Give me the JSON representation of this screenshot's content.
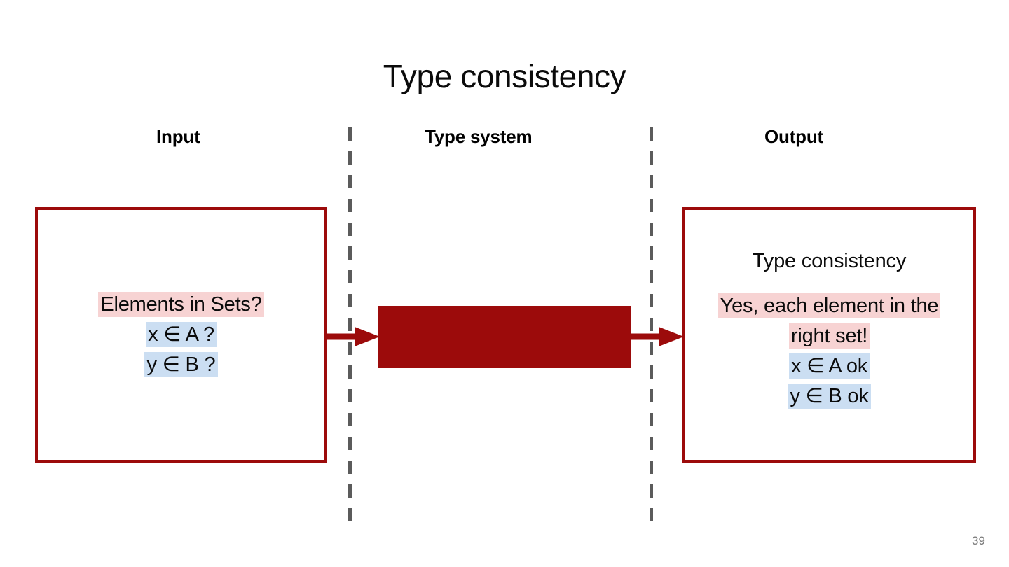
{
  "slide": {
    "title": "Type consistency",
    "page_number": "39",
    "accent_color": "#9c0b0b",
    "highlight_pink": "#f7d3d3",
    "highlight_blue": "#cbdef2",
    "divider_color": "#5b5b5b"
  },
  "columns": {
    "input_header": "Input",
    "system_header": "Type system",
    "output_header": "Output"
  },
  "input_panel": {
    "lines": [
      {
        "text": "Elements in Sets?",
        "highlight": "pink"
      },
      {
        "text": "x ∈ A ?",
        "highlight": "blue"
      },
      {
        "text": "y ∈ B ?",
        "highlight": "blue"
      }
    ]
  },
  "process_block": {
    "label": "",
    "color": "#9c0b0b"
  },
  "output_panel": {
    "lines": [
      {
        "text": "Type consistency",
        "highlight": "none"
      },
      {
        "text": "Yes, each element in the right set!",
        "highlight": "pink"
      },
      {
        "text": "x ∈ A ok",
        "highlight": "blue"
      },
      {
        "text": "y ∈ B ok",
        "highlight": "blue"
      }
    ]
  },
  "arrows": {
    "left_label": "input-to-type-system-arrow",
    "right_label": "type-system-to-output-arrow"
  }
}
